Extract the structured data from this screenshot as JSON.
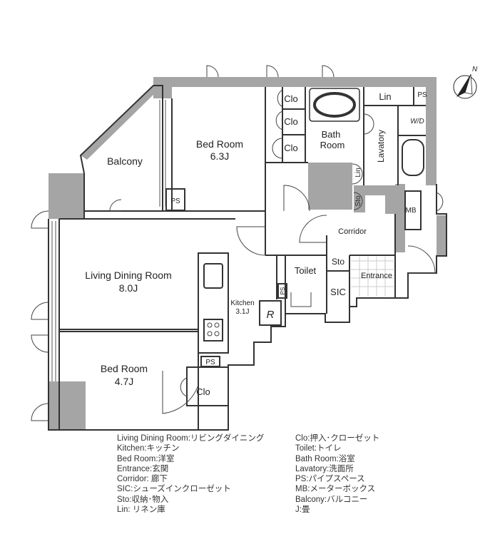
{
  "rooms": {
    "balcony": "Balcony",
    "bed_room_1": "Bed Room",
    "bed_room_1_size": "6.3J",
    "clo_1": "Clo",
    "clo_2": "Clo",
    "clo_3": "Clo",
    "bath_room_line1": "Bath",
    "bath_room_line2": "Room",
    "lin_top": "Lin",
    "ps_top": "PS",
    "wd": "W/D",
    "lavatory": "Lavatory",
    "lin_small": "Lin",
    "sto_small": "Sto",
    "mb": "MB",
    "ps_balcony": "PS",
    "corridor": "Corridor",
    "living_dining": "Living Dining Room",
    "living_dining_size": "8.0J",
    "kitchen": "Kitchen",
    "kitchen_size": "3.1J",
    "refrigerator": "R",
    "toilet": "Toilet",
    "sto_toilet": "Sto",
    "ps_toilet": "PS",
    "sic": "SIC",
    "entrance": "Entrance",
    "bed_room_2": "Bed Room",
    "bed_room_2_size": "4.7J",
    "ps_kitchen": "PS",
    "clo_bed2": "Clo"
  },
  "compass": {
    "label": "N"
  },
  "legend": {
    "left": [
      "Living Dining Room:リビングダイニング",
      "Kitchen:キッチン",
      "Bed Room:洋室",
      "Entrance:玄関",
      "Corridor: 廊下",
      "SIC:シューズインクローゼット",
      "Sto:収納･物入",
      "Lin: リネン庫"
    ],
    "right": [
      "Clo:押入･クローゼット",
      "Toilet:トイレ",
      "Bath Room:浴室",
      "Lavatory:洗面所",
      "PS:パイプスペース",
      "MB:メーターボックス",
      "Balcony:バルコニー",
      "J:畳"
    ]
  }
}
